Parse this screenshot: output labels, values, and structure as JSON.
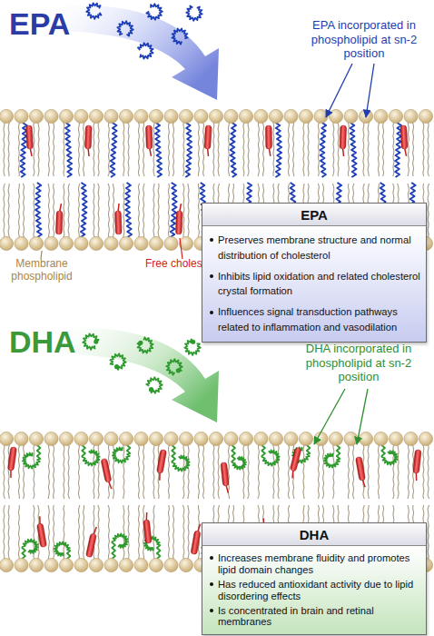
{
  "diagram": {
    "nodes": [
      {
        "text": [
          "EPA",
          "Preserves membrane structure and normal distribution of cholesterol",
          "Inhibits lipid oxidation and related cholesterol crystal formation",
          "Influences signal transduction pathways related to inflammation and vasodilation"
        ]
      },
      {
        "text": [
          "DHA",
          "Increases membrane fluidity and promotes lipid domain changes",
          "Has reduced antioxidant activity due to lipid disordering effects",
          "Is concentrated in brain and retinal membranes"
        ]
      }
    ],
    "labels": [
      "EPA",
      "EPA incorporated in phospholipid at sn-2 position",
      "Membrane phospholipid",
      "Free cholesterol",
      "DHA",
      "DHA incorporated in phospholipid at sn-2 position"
    ]
  }
}
